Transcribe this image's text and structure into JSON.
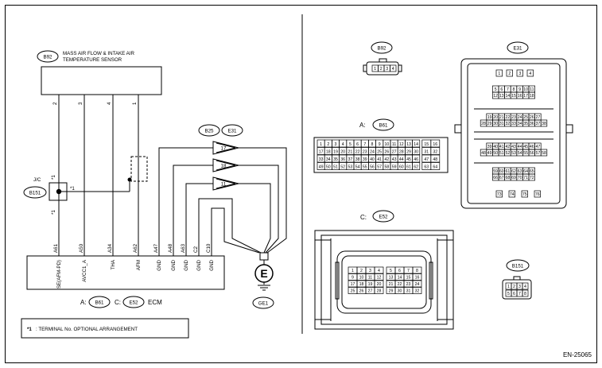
{
  "sensor": {
    "badge": "B92",
    "title_line1": "MASS AIR FLOW & INTAKE AIR",
    "title_line2": "TEMPERATURE SENSOR",
    "pins": [
      "2",
      "3",
      "4",
      "1"
    ]
  },
  "jc": {
    "label": "J/C",
    "badge": "B151",
    "star_top": "*1",
    "star_right": "*1",
    "star_bottom": "*1"
  },
  "gnd_connectors": {
    "badge1": "B25",
    "badge2": "E31",
    "pins": [
      "17",
      "18",
      "11"
    ]
  },
  "ecm": {
    "terminals": [
      "A61",
      "A50",
      "A34",
      "A62",
      "A47",
      "A48",
      "A63",
      "C2",
      "C10"
    ],
    "signals": [
      "SE(AFM-PD)",
      "AVCC1_A",
      "THA",
      "AFM",
      "GND",
      "GND",
      "GND",
      "GND",
      "GND"
    ],
    "label_prefix1": "A:",
    "badge_a": "B61",
    "label_prefix2": "C:",
    "badge_c": "E52",
    "label": "ECM"
  },
  "ground": {
    "symbol": "E",
    "badge": "GE1"
  },
  "footnote": {
    "star": "*1",
    "text": ": TERMINAL No. OPTIONAL ARRANGEMENT"
  },
  "connectors": {
    "b92": {
      "badge": "B92",
      "pins": [
        "1",
        "2",
        "3",
        "4"
      ]
    },
    "e31": {
      "badge": "E31",
      "rows": [
        [
          "1",
          "2",
          "3",
          "4"
        ],
        [
          "5",
          "6",
          "7",
          "8",
          "9",
          "10",
          "11"
        ],
        [
          "12",
          "13",
          "14",
          "15",
          "16",
          "17",
          "18"
        ],
        [
          "19",
          "20",
          "21",
          "22",
          "23",
          "24",
          "25",
          "26",
          "27"
        ],
        [
          "28",
          "29",
          "30",
          "31",
          "32",
          "33",
          "34",
          "35",
          "36",
          "37",
          "38"
        ],
        [
          "39",
          "40",
          "41",
          "42",
          "43",
          "44",
          "45",
          "46",
          "47"
        ],
        [
          "48",
          "49",
          "50",
          "51",
          "52",
          "53",
          "54",
          "55",
          "56",
          "57",
          "58"
        ],
        [
          "59",
          "60",
          "61",
          "62",
          "63",
          "64",
          "65"
        ],
        [
          "66",
          "67",
          "68",
          "69",
          "70",
          "71",
          "72"
        ],
        [
          "73",
          "74",
          "75",
          "76"
        ]
      ]
    },
    "b61": {
      "prefix": "A:",
      "badge": "B61",
      "rows": [
        [
          "1",
          "2",
          "3",
          "4",
          "5",
          "6",
          "7",
          "8",
          "9",
          "10",
          "11",
          "12",
          "13",
          "14",
          "15",
          "16"
        ],
        [
          "17",
          "18",
          "19",
          "20",
          "21",
          "22",
          "23",
          "24",
          "25",
          "26",
          "27",
          "28",
          "29",
          "30",
          "31",
          "32"
        ],
        [
          "33",
          "34",
          "35",
          "36",
          "37",
          "38",
          "39",
          "40",
          "41",
          "42",
          "43",
          "44",
          "45",
          "46",
          "47",
          "48"
        ],
        [
          "49",
          "50",
          "51",
          "52",
          "53",
          "54",
          "55",
          "56",
          "57",
          "58",
          "59",
          "60",
          "61",
          "62",
          "63",
          "64"
        ]
      ]
    },
    "e52": {
      "prefix": "C:",
      "badge": "E52",
      "rows": [
        [
          "1",
          "2",
          "3",
          "4",
          "5",
          "6",
          "7",
          "8"
        ],
        [
          "9",
          "10",
          "11",
          "12",
          "13",
          "14",
          "15",
          "16"
        ],
        [
          "17",
          "18",
          "19",
          "20",
          "21",
          "22",
          "23",
          "24"
        ],
        [
          "25",
          "26",
          "27",
          "28",
          "29",
          "30",
          "31",
          "32"
        ]
      ]
    },
    "b151": {
      "badge": "B151",
      "pins": [
        "1",
        "2",
        "3",
        "4",
        "5",
        "6",
        "7",
        "8"
      ]
    }
  },
  "doc_id": "EN-25065"
}
